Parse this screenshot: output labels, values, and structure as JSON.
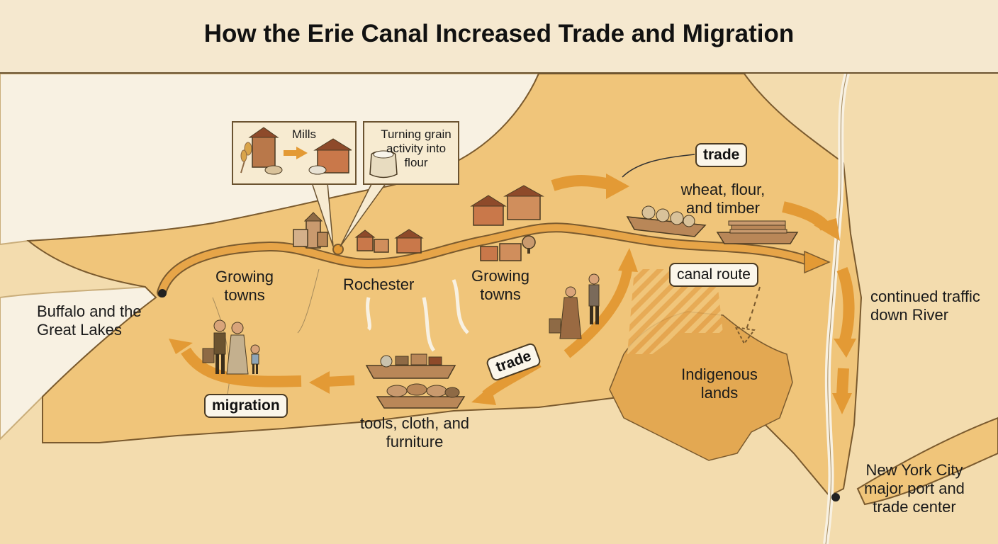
{
  "title": "How the Erie Canal Increased Trade and Migration",
  "colors": {
    "land": "#f0c57a",
    "land_dark": "#e5b062",
    "indigenous": "#e3a852",
    "water": "#f8f1e2",
    "arrow": "#e39a35",
    "canal": "#e7a548",
    "outline": "#7a5a2e"
  },
  "labels": {
    "buffalo": "Buffalo and the Great Lakes",
    "growing_towns_west": "Growing towns",
    "rochester": "Rochester",
    "growing_towns_east": "Growing towns",
    "wheat_flour_timber": "wheat, flour, and timber",
    "tools_cloth_furniture": "tools, cloth, and furniture",
    "continued_traffic": "continued traffic down River",
    "indigenous_lands": "Indigenous lands",
    "nyc": "New York City major port and trade center"
  },
  "tags": {
    "trade_east": "trade",
    "trade_west": "trade",
    "migration": "migration",
    "canal_route": "canal route"
  },
  "callouts": {
    "mills": "Mills",
    "flour": "Turning grain activity into flour"
  },
  "icons": [
    "mill-icon",
    "wheat-icon",
    "flour-bag-icon",
    "town-icon",
    "canal-boat-icon",
    "family-icon",
    "traveler-icon",
    "city-dot-icon"
  ]
}
